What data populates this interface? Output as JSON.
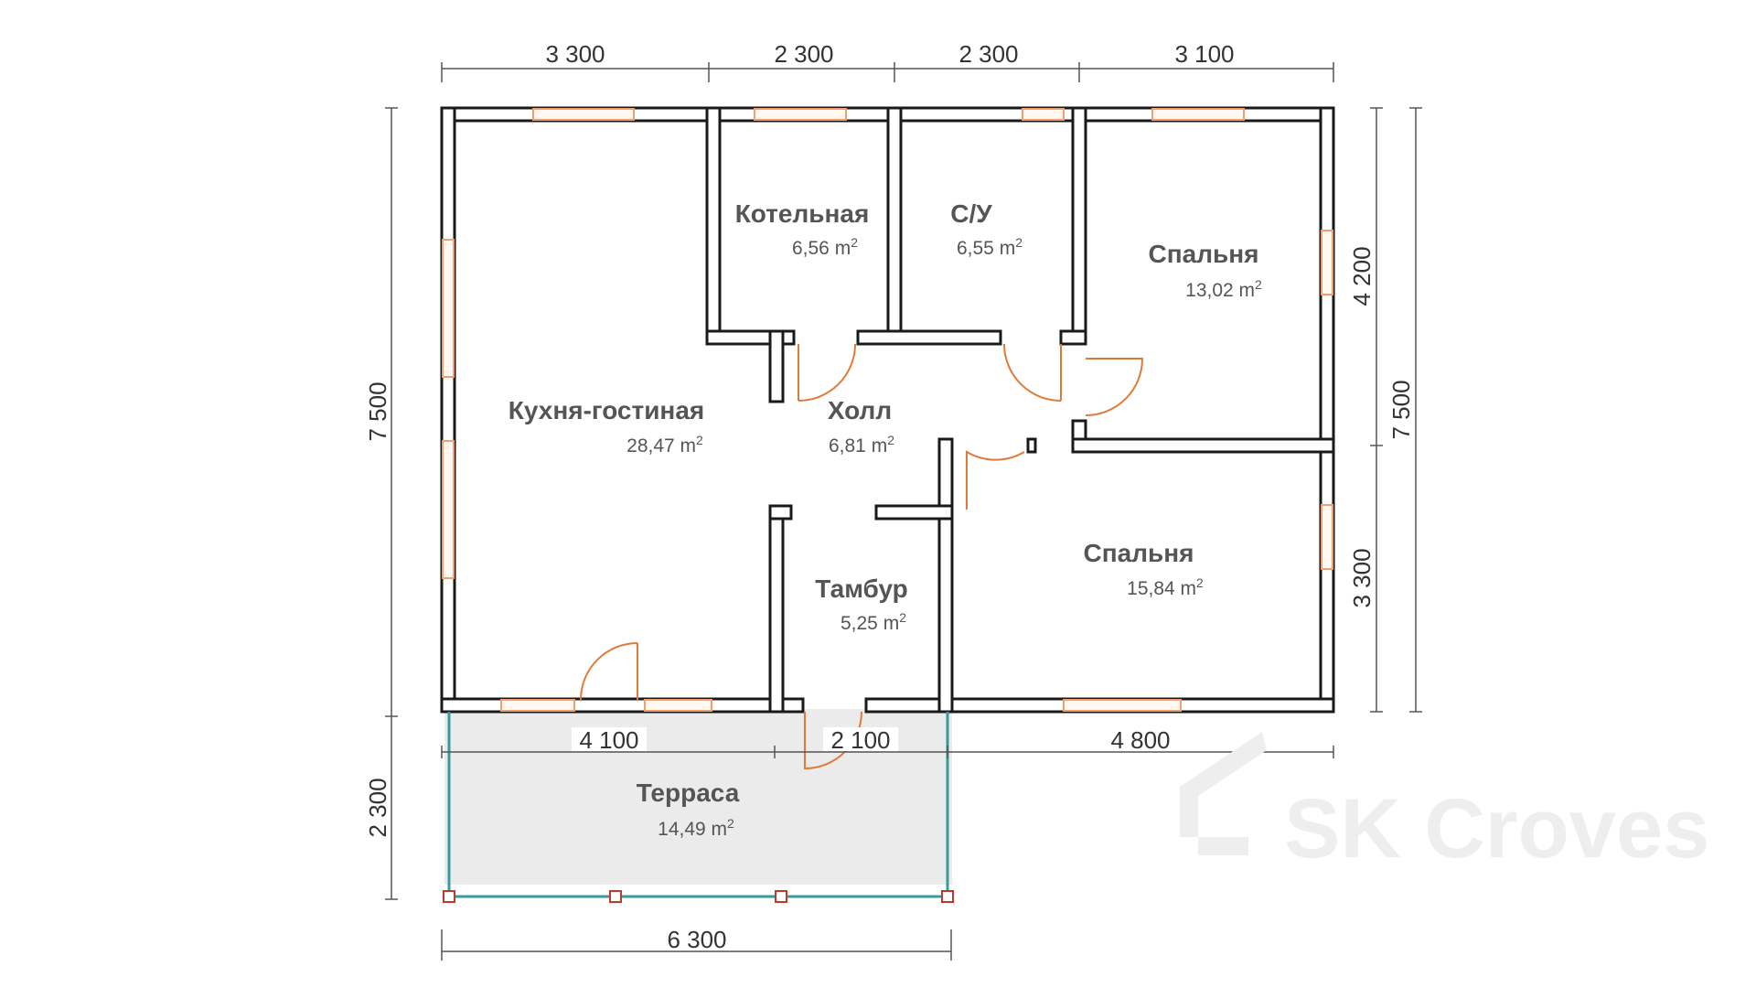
{
  "dimensions": {
    "top": [
      "3 300",
      "2 300",
      "2 300",
      "3 100"
    ],
    "right_inner": [
      "4 200",
      "3 300"
    ],
    "right_outer": "7 500",
    "left": [
      "7 500",
      "2 300"
    ],
    "bottom_inner": [
      "4 100",
      "2 100",
      "4 800"
    ],
    "bottom_outer": "6 300"
  },
  "rooms": [
    {
      "name": "Котельная",
      "area": "6,56"
    },
    {
      "name": "С/У",
      "area": "6,55"
    },
    {
      "name": "Спальня",
      "area": "13,02"
    },
    {
      "name": "Кухня-гостиная",
      "area": "28,47"
    },
    {
      "name": "Холл",
      "area": "6,81"
    },
    {
      "name": "Спальня",
      "area": "15,84"
    },
    {
      "name": "Тамбур",
      "area": "5,25"
    },
    {
      "name": "Терраса",
      "area": "14,49"
    }
  ],
  "area_unit": "m",
  "area_unit_sup": "2",
  "logo": "SK Croves",
  "colors": {
    "wall_outline": "#1a1a1a",
    "wall_fill": "#ffffff",
    "door": "#e07a3a",
    "window": "#f0a070",
    "terrace_fill": "#ebebeb",
    "railing": "#3a9a9a",
    "post": "#c0392b",
    "dimension_line": "#555555"
  }
}
